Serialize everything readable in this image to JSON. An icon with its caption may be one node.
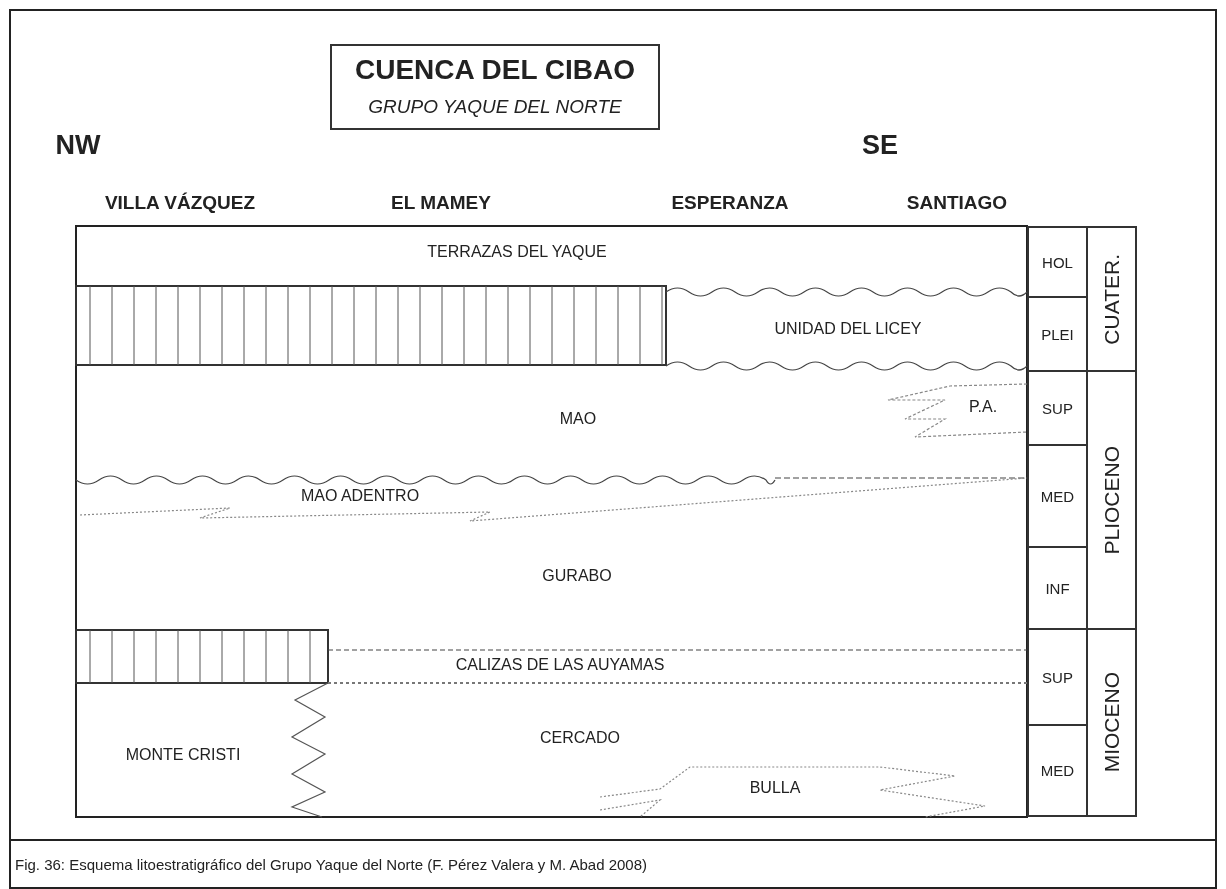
{
  "diagram": {
    "title": "CUENCA DEL CIBAO",
    "caption": "Fig. 36: Esquema litoestratigráfico del Grupo Yaque del Norte (F. Pérez Valera y M. Abad 2008)",
    "nodes": [
      {
        "text": [
          "HOL"
        ]
      },
      {
        "text": [
          "PLEI"
        ]
      },
      {
        "text": [
          "SUP"
        ]
      },
      {
        "text": [
          "MED"
        ]
      },
      {
        "text": [
          "INF"
        ]
      },
      {
        "text": [
          "SUP"
        ]
      },
      {
        "text": [
          "MED"
        ]
      },
      {
        "text": [
          "CUATER."
        ]
      },
      {
        "text": [
          "PLIOCENO"
        ]
      },
      {
        "text": [
          "MIOCENO"
        ]
      }
    ],
    "labels": [
      "GRUPO YAQUE DEL NORTE",
      "NW",
      "SE",
      "VILLA VÁZQUEZ",
      "EL MAMEY",
      "ESPERANZA",
      "SANTIAGO",
      "TERRAZAS DEL YAQUE",
      "UNIDAD DEL LICEY",
      "MAO",
      "P.A.",
      "MAO ADENTRO",
      "GURABO",
      "CALIZAS DE LAS AUYAMAS",
      "MONTE CRISTI",
      "CERCADO",
      "BULLA"
    ]
  }
}
